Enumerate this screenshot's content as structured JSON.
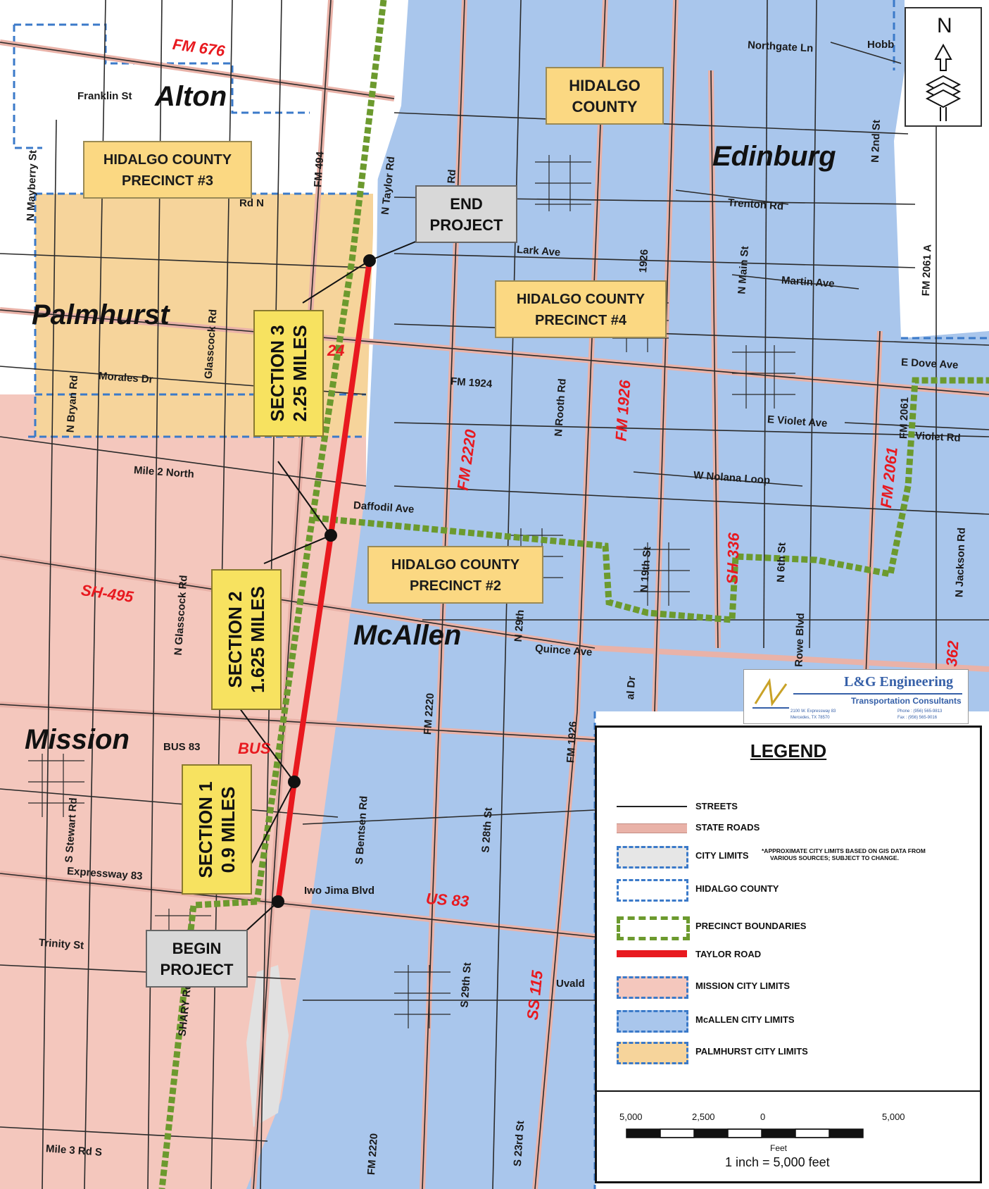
{
  "labels": {
    "cities": {
      "alton": "Alton",
      "palmhurst": "Palmhurst",
      "mission": "Mission",
      "mcallen": "McAllen",
      "edinburg": "Edinburg"
    },
    "state_roads": {
      "fm676": "FM 676",
      "sh495": "SH-495",
      "bus": "BUS",
      "fm2220": "FM 2220",
      "fm1926": "FM 1926",
      "sh336": "SH 336",
      "fm2061": "FM 2061",
      "us83": "US 83",
      "ss115": "SS 115",
      "r362": "362",
      "r24": "24"
    },
    "streets": {
      "northgate": "Northgate Ln",
      "hobbs": "Hobb",
      "franklin": "Franklin St",
      "mayberry": "N Mayberry St",
      "fm494": "FM 494",
      "ntaylor": "N Taylor Rd",
      "n2nd": "N 2nd St",
      "trenton": "Trenton Rd",
      "lark": "Lark Ave",
      "martin": "Martin Ave",
      "fm2061a": "FM 2061 A",
      "edove": "E Dove Ave",
      "fm1924": "FM 1924",
      "morales": "Morales Dr",
      "nbryan": "N Bryan Rd",
      "glasscock": "Glasscock Rd",
      "nmain": "N Main St",
      "nrooth": "N Rooth Rd",
      "evioletave": "E Violet Ave",
      "fm2061b": "FM 2061",
      "violetrd": "Violet Rd",
      "mile2": "Mile 2 North",
      "wnolana": "W Nolana Loop",
      "daffodil": "Daffodil Ave",
      "njackson": "N Jackson Rd",
      "nglasscock": "N Glasscock Rd",
      "n19th": "N 19th St",
      "n6th": "N 6th St",
      "n29th": "N 29th",
      "rowe": "Rowe Blvd",
      "quince": "Quince Ave",
      "fm2220": "FM 2220",
      "fm1926": "FM 1926",
      "bus83": "BUS 83",
      "sstewart": "S Stewart Rd",
      "sbentsen": "S Bentsen Rd",
      "s28th": "S 28th St",
      "expressway83": "Expressway 83",
      "iwojima": "Iwo Jima Blvd",
      "trinity": "Trinity St",
      "shary": "SHARY Rd",
      "s29th": "S 29th St",
      "uvald": "Uvald",
      "s23rd": "S 23rd St",
      "fm2220b": "FM 2220",
      "mile3": "Mile 3 Rd S",
      "alDr": "al Dr",
      "nrd": "Rd N",
      "nrdTop": "Rd"
    }
  },
  "boxes": {
    "hidalgo_county": [
      "HIDALGO",
      "COUNTY"
    ],
    "precinct3": [
      "HIDALGO COUNTY",
      "PRECINCT #3"
    ],
    "precinct4": [
      "HIDALGO COUNTY",
      "PRECINCT #4"
    ],
    "precinct2": [
      "HIDALGO COUNTY",
      "PRECINCT #2"
    ],
    "end_project": [
      "END",
      "PROJECT"
    ],
    "begin_project": [
      "BEGIN",
      "PROJECT"
    ],
    "section3": [
      "SECTION 3",
      "2.25 MILES"
    ],
    "section2": [
      "SECTION 2",
      "1.625 MILES"
    ],
    "section1": [
      "SECTION 1",
      "0.9 MILES"
    ]
  },
  "compass": {
    "north": "N"
  },
  "logo": {
    "name": "L&G Engineering",
    "subtitle": "Transportation Consultants",
    "address": "2100 W. Expressway 83",
    "city": "Mercedes, TX 78570",
    "phone": "Phone : (956) 565-9813",
    "fax": "Fax : (956) 565-9016"
  },
  "legend": {
    "title": "LEGEND",
    "items": [
      {
        "label": "STREETS",
        "color": "#222222"
      },
      {
        "label": "STATE ROADS",
        "color": "#e9b2a8"
      },
      {
        "label": "CITY LIMITS",
        "note": [
          "*APPROXIMATE CITY LIMITS BASED ON GIS DATA FROM",
          "VARIOUS SOURCES; SUBJECT TO CHANGE."
        ],
        "color": "#d8d8d8"
      },
      {
        "label": "HIDALGO COUNTY",
        "color": "#ffffff"
      },
      {
        "label": "PRECINCT BOUNDARIES",
        "color": "#6c9a2e"
      },
      {
        "label": "TAYLOR ROAD",
        "color": "#e8191f"
      },
      {
        "label": "MISSION CITY LIMITS",
        "color": "#f4c7bd"
      },
      {
        "label": "McALLEN CITY LIMITS",
        "color": "#a9c6ec"
      },
      {
        "label": "PALMHURST CITY LIMITS",
        "color": "#f6d49b"
      }
    ],
    "scale": {
      "ticks": [
        "5,000",
        "2,500",
        "0",
        "5,000"
      ],
      "unit": "Feet",
      "ratio": "1 inch = 5,000 feet"
    }
  }
}
